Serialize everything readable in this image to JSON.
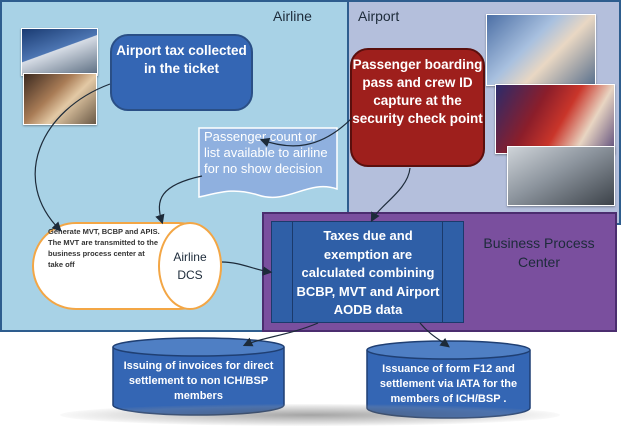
{
  "regions": {
    "airline": "Airline",
    "airport": "Airport",
    "business_process_center": "Business Process\nCenter"
  },
  "boxes": {
    "airport_tax": "Airport tax collected in the ticket",
    "boarding": "Passenger boarding pass and crew ID capture  at the security check point",
    "passenger_count": "Passenger count or list available to airline for no show decision",
    "generate_mvt": "Generate MVT, BCBP and APIS. The MVT are transmitted to the business process center at take off",
    "airline_dcs": "Airline DCS",
    "taxes": "Taxes due and exemption are calculated combining BCBP, MVT and Airport AODB data",
    "invoices": "Issuing of invoices for direct settlement to non ICH/BSP members",
    "iata": "Issuance of form F12 and settlement via IATA for the members of  ICH/BSP ."
  },
  "icons": {
    "photos": [
      "airplane-photo",
      "check-in-photo",
      "security-check-photo",
      "passports-photo",
      "devices-photo"
    ]
  },
  "colors": {
    "airline_region": "#a8d2e6",
    "airport_region": "#b4bfdc",
    "bpc_region": "#7a4f9e",
    "blue_box": "#3466b4",
    "red_box": "#9e1f1c",
    "orange_outline": "#f3a645"
  }
}
